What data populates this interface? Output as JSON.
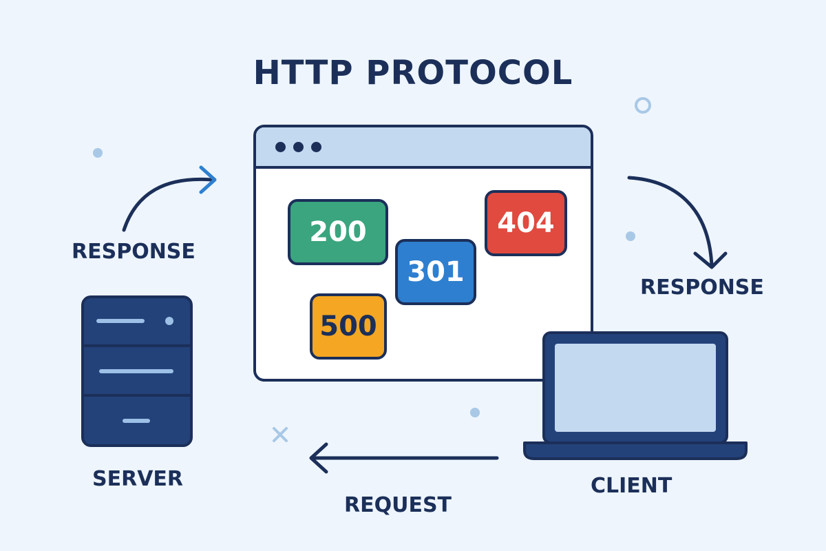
{
  "title": "HTTP PROTOCOL",
  "labels": {
    "response_left": "RESPONSE",
    "response_right": "RESPONSE",
    "server": "SERVER",
    "client": "CLIENT",
    "request": "REQUEST"
  },
  "status_codes": {
    "ok": "200",
    "moved": "301",
    "not_found": "404",
    "server_error": "500"
  },
  "colors": {
    "background": "#eef5fc",
    "navy": "#1b2f59",
    "accent_blue": "#2e7fcf",
    "light_blue": "#c3d9f0",
    "green": "#3aa57f",
    "red": "#e04a3f",
    "orange": "#f5a623"
  },
  "icons": {
    "server": "server-icon",
    "client": "laptop-icon",
    "browser": "browser-window-icon"
  }
}
